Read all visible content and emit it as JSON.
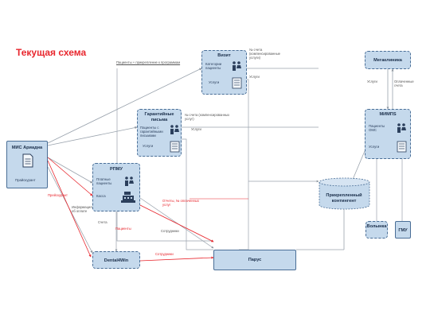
{
  "title": "Текущая схема",
  "nodes": {
    "mis": {
      "title": "МИС Ариадна",
      "sub": "Прайскурант"
    },
    "vizit": {
      "title": "Визит",
      "sub1": "Категории пациенты",
      "sub2": "Услуги"
    },
    "garant": {
      "title": "Гарантийные письма",
      "sub1": "Пациенты с гарантийными письмами",
      "sub2": "Услуги"
    },
    "rpmu": {
      "title": "РПМУ",
      "sub1": "Платные пациенты",
      "sub2": "Касса"
    },
    "dental": {
      "title": "Dental4Win"
    },
    "parus": {
      "title": "Парус"
    },
    "prikr": {
      "title": "Прикрепленный контингент"
    },
    "megaklinika": {
      "title": "Мегаклиника"
    },
    "miimps": {
      "title": "МИМПS",
      "sub1": "Пациенты ОМС",
      "sub2": "Услуги"
    },
    "volynka": {
      "title": "Волынка"
    },
    "gmu": {
      "title": "ГМУ"
    }
  },
  "labels": {
    "patients_prog": "Пациенты + прикрепление к программам",
    "vizit_right": "№ счета (компенсированные услуги)",
    "vizit_right2": "Услуги",
    "garant_right": "№ счета (компенсированных услуг)",
    "garant_right2": "Услуги",
    "mega_left": "Услуги",
    "mega_right": "Оплаченные счета",
    "prays": "Прейскурант",
    "info": "Информация об оплате",
    "scheta": "Счета",
    "pacienty": "Пациенты",
    "otchety": "Отчеты, № оплаченных услуг",
    "sotrudniki1": "Сотрудники",
    "sotrudniki2": "Сотрудники"
  },
  "colors": {
    "node_fill": "#c5d9ec",
    "node_border": "#4a6e96",
    "line_gray": "#9aa3ad",
    "line_red": "#e8262d",
    "title": "#e8262d"
  }
}
